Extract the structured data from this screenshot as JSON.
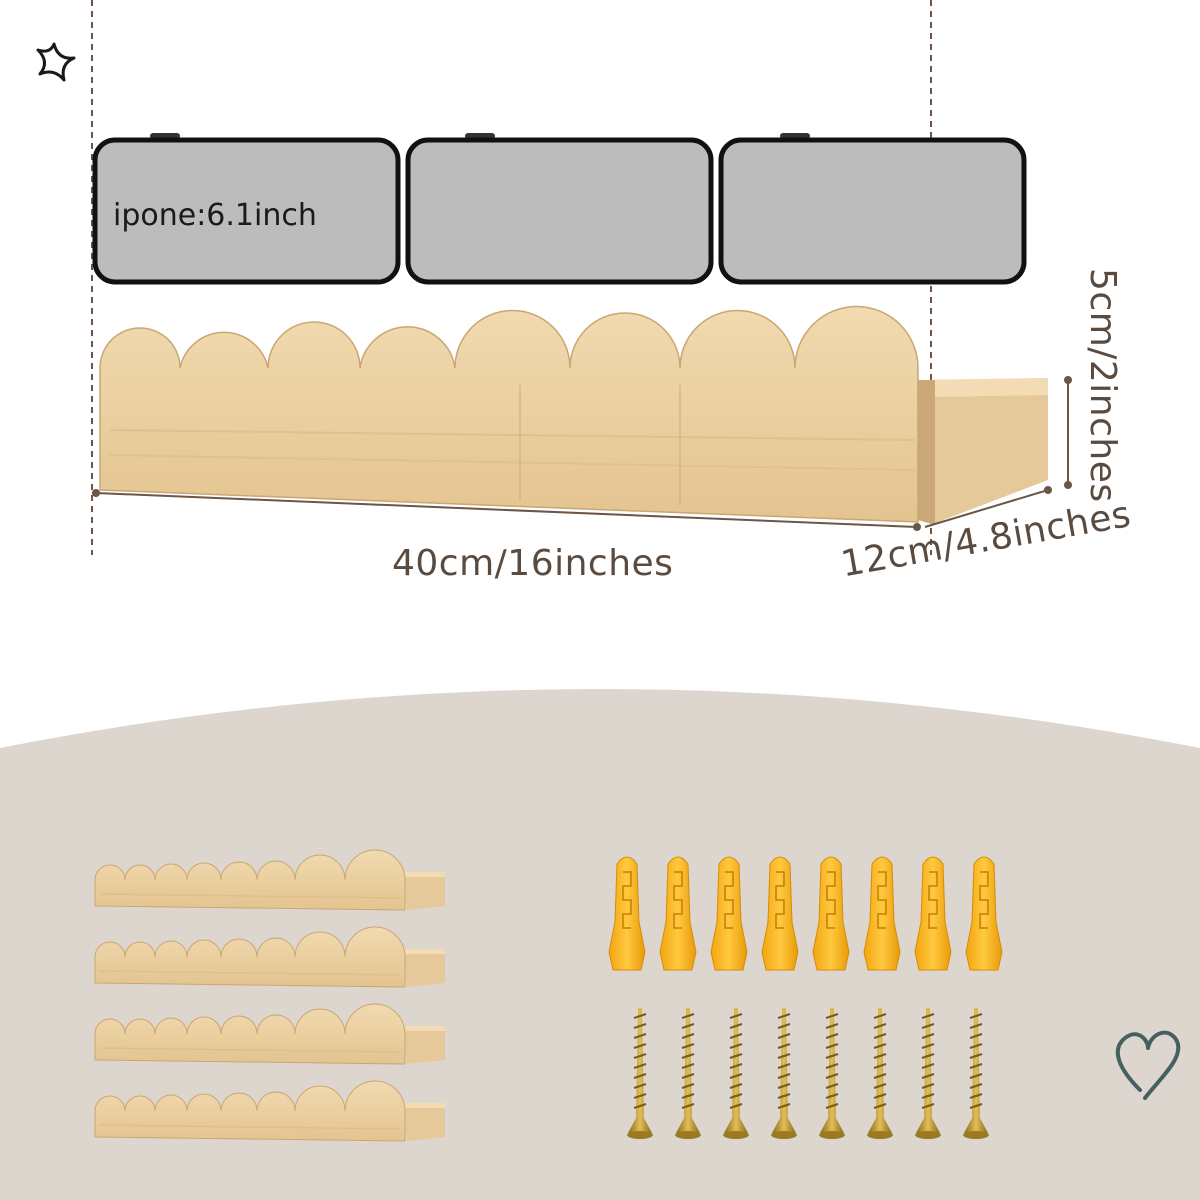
{
  "phone": {
    "label": "ipone:6.1inch",
    "count": 3
  },
  "dimensions": {
    "width": "40cm/16inches",
    "depth": "12cm/4.8inches",
    "height": "5cm/2inches"
  },
  "contents": {
    "shelves": 4,
    "anchors": 8,
    "screws": 8
  },
  "icons": [
    "sparkle-icon",
    "heart-icon"
  ],
  "colors": {
    "wood": "#ecd2a2",
    "wood_dark": "#d4b27c",
    "phone_screen": "#bcbcbc",
    "phone_frame": "#111111",
    "label_text": "#5a4b40",
    "dimension_line": "#6b5648",
    "background_lower": "#ddd6ce",
    "anchor": "#f5b21a",
    "screw": "#b8932e",
    "heart": "#45605f"
  }
}
